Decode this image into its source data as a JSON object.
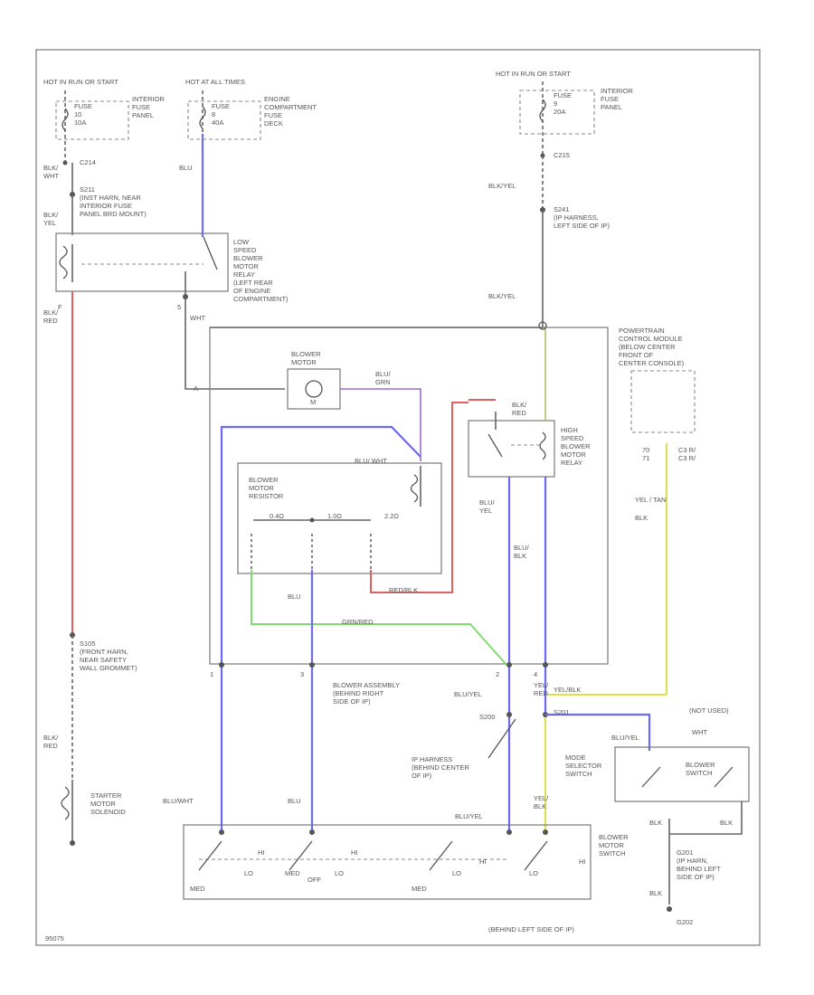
{
  "diagram_code": "95075",
  "labels": {
    "hot_run_start": "HOT IN RUN OR START",
    "hot_all_times": "HOT AT ALL TIMES",
    "hot_run_start_r": "HOT IN RUN OR START",
    "fuse_10": "FUSE\n10\n10A",
    "fuse_8": "FUSE\n8\n40A",
    "fuse_9": "FUSE\n9\n20A",
    "interior_panel": "INTERIOR\nFUSE\nPANEL",
    "engine_panel": "ENGINE\nCOMPARTMENT\nFUSE\nDECK",
    "interior_panel_r": "INTERIOR\nFUSE\nPANEL",
    "c214": "C214",
    "c215": "C215",
    "blk_wht": "BLK/\nWHT",
    "blu": "BLU",
    "blk_yel": "BLK/YEL",
    "s211": "S211\n(INST HARN, NEAR\nINTERIOR FUSE\nPANEL BRD MOUNT)",
    "s241": "S241\n(IP HARNESS,\nLEFT SIDE OF IP)",
    "blk_yel2": "BLK/\nYEL",
    "low_relay": "LOW\nSPEED\nBLOWER\nMOTOR\nRELAY\n(LEFT REAR\nOF ENGINE\nCOMPARTMENT)",
    "blk_yel3": "BLK/YEL",
    "blk_red": "BLK/\nRED",
    "wht": "WHT",
    "pcm": "POWERTRAIN\nCONTROL MODULE\n(BELOW CENTER\nFRONT OF\nCENTER CONSOLE)",
    "blower_motor": "BLOWER\nMOTOR",
    "m": "M",
    "blu_grn": "BLU/\nGRN",
    "blu_wht": "BLU/ WHT",
    "high_relay": "HIGH\nSPEED\nBLOWER\nMOTOR\nRELAY",
    "blk_red_relay": "BLK/\nRED",
    "resistor": "BLOWER\nMOTOR\nRESISTOR",
    "blu_yel": "BLU/\nYEL",
    "blu_blk": "BLU/\nBLK",
    "red_blk": "RED/BLK",
    "yel_red": "YEL/\nRED",
    "grn_red": "GRN/RED",
    "blower_assy": "BLOWER ASSEMBLY\n(BEHIND RIGHT\nSIDE OF IP)",
    "s105": "S105\n(FRONT HARN,\nNEAR SAFETY\nWALL GROMMET)",
    "blk_red2": "BLK/\nRED",
    "starter": "STARTER\nMOTOR\nSOLENOID",
    "blu_yel2": "BLU/YEL",
    "yel_blk": "YEL/BLK",
    "yel_blk2": "YEL/\nBLK",
    "s200": "S200",
    "s201": "S201",
    "ip_harness": "IP HARNESS\n(BEHIND CENTER\nOF IP)",
    "not_used": "(NOT USED)",
    "mode_switch": "MODE\nSELECTOR\nSWITCH",
    "blower_switch_inner": "BLOWER\nSWITCH",
    "blu_wht2": "BLU/WHT",
    "blu2": "BLU",
    "blu_yel3": "BLU/YEL",
    "blower_motor_switch": "BLOWER\nMOTOR\nSWITCH",
    "g201": "G201\n(IP HARN,\nBEHIND LEFT\nSIDE OF IP)",
    "g202": "G202",
    "g202_loc": "(BEHIND LEFT SIDE OF IP)",
    "blk": "BLK",
    "blk2": "BLK",
    "blk3": "BLK",
    "med": "MED",
    "lo": "LO",
    "hi": "HI",
    "med2": "MED",
    "lo2": "LO",
    "hi2": "HI",
    "med3": "MED",
    "lo3": "LO",
    "hi3": "HI",
    "med4": "MED",
    "lo4": "LO",
    "hi4": "HI",
    "off": "OFF",
    "r_0_4": "0.4Ω",
    "r_1_0": "1.0Ω",
    "r_2_2": "2.2Ω",
    "t70": "70\n71",
    "c3_a": "C3 R/\nC3 R/",
    "yel_tan": "YEL / TAN",
    "blk4": "BLK",
    "wht2": "WHT",
    "pin_a": "A",
    "pin_1": "1",
    "pin_2": "2",
    "pin_3": "3",
    "pin_4": "4",
    "pin_5": "5",
    "pin_2b": "2",
    "pin_f": "F",
    "pin_4b": "4"
  }
}
